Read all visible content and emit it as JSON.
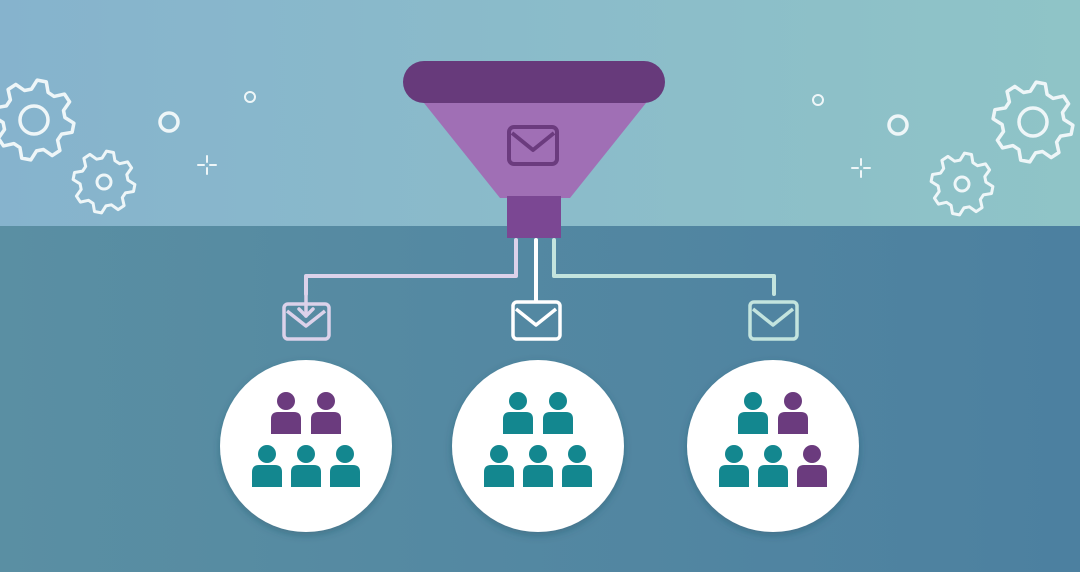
{
  "colors": {
    "sky_left": "#86b3cd",
    "sky_right": "#8fc4c7",
    "ground_left": "#5a8fa3",
    "ground_right": "#4c80a0",
    "funnel_rim": "#673a7b",
    "funnel_body": "#a06fb5",
    "funnel_neck": "#7b4793",
    "teal": "#13878f",
    "purple": "#6b3b7e",
    "line_left": "#dcd2ea",
    "line_center": "#ffffff",
    "line_right": "#c3e4de",
    "decor": "#eef6f8"
  },
  "diagram": {
    "funnel": {
      "icon": "envelope-icon"
    },
    "groups": [
      {
        "id": "left",
        "envelope_color": "#dcd2ea",
        "has_download_arrow": true,
        "people_colors": [
          "purple",
          "purple",
          "teal",
          "teal",
          "teal"
        ]
      },
      {
        "id": "center",
        "envelope_color": "#ffffff",
        "has_download_arrow": false,
        "people_colors": [
          "teal",
          "teal",
          "teal",
          "teal",
          "teal"
        ]
      },
      {
        "id": "right",
        "envelope_color": "#c3e4de",
        "has_download_arrow": false,
        "people_colors": [
          "teal",
          "purple",
          "teal",
          "teal",
          "purple"
        ]
      }
    ],
    "decorations": [
      "gear-icon",
      "gear-icon",
      "gear-icon",
      "gear-icon",
      "ring-icon",
      "ring-icon",
      "ring-icon",
      "ring-icon",
      "sparkle-icon",
      "sparkle-icon"
    ]
  }
}
